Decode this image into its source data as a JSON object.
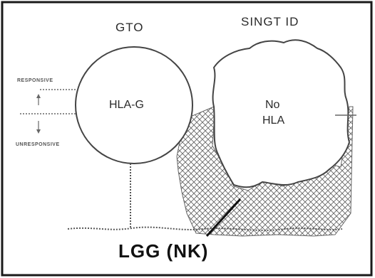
{
  "labels": {
    "left_header": "GTO",
    "right_header": "SINGT ID",
    "left_cell": "HLA-G",
    "right_cell_line1": "No",
    "right_cell_line2": "HLA",
    "side_top": "RESPONSIVE",
    "side_bottom": "UNRESPONSIVE",
    "bottom_label": "LGG (NK)"
  },
  "colors": {
    "frame": "#1a1a1a",
    "line": "#444444",
    "hatch": "#666666"
  }
}
